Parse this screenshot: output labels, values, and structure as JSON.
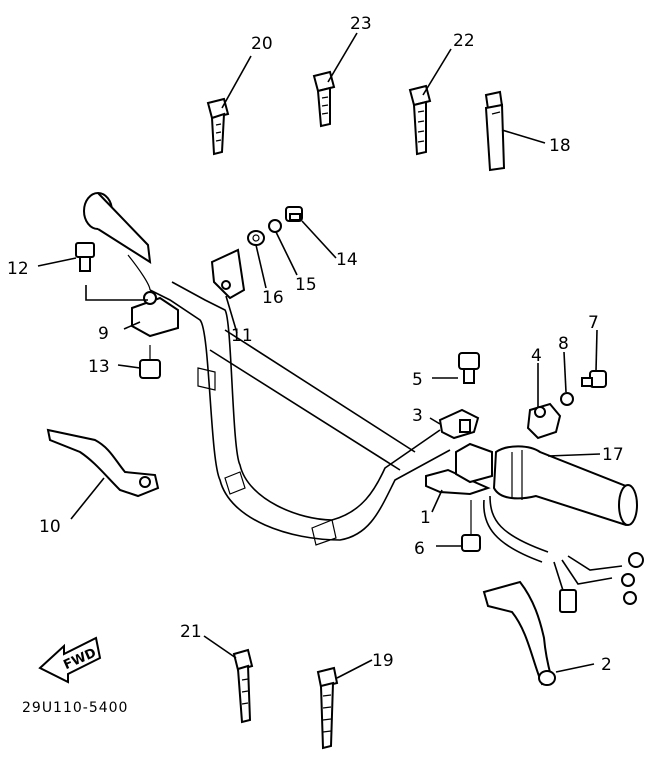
{
  "diagram_code": "29U110-5400",
  "direction_label": "FWD",
  "part_labels": {
    "p1": "1",
    "p2": "2",
    "p3": "3",
    "p4": "4",
    "p5": "5",
    "p6": "6",
    "p7": "7",
    "p8": "8",
    "p9": "9",
    "p10": "10",
    "p11": "11",
    "p12": "12",
    "p13": "13",
    "p14": "14",
    "p15": "15",
    "p16": "16",
    "p17": "17",
    "p18": "18",
    "p19": "19",
    "p20": "20",
    "p21": "21",
    "p22": "22",
    "p23": "23"
  }
}
